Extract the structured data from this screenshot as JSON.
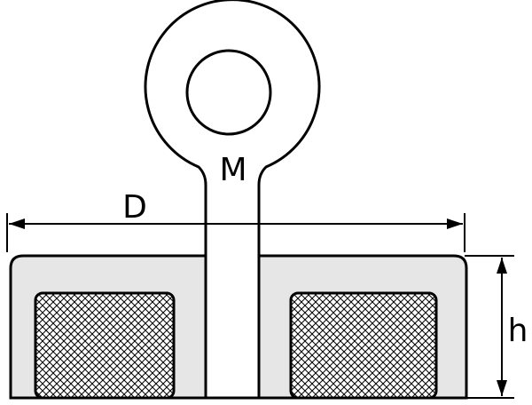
{
  "labels": {
    "thread": "M",
    "diameter": "D",
    "height": "h"
  },
  "colors": {
    "stroke": "#000000",
    "body_fill": "#e6e6e6",
    "background": "#ffffff"
  },
  "pattern": "crosshatch"
}
